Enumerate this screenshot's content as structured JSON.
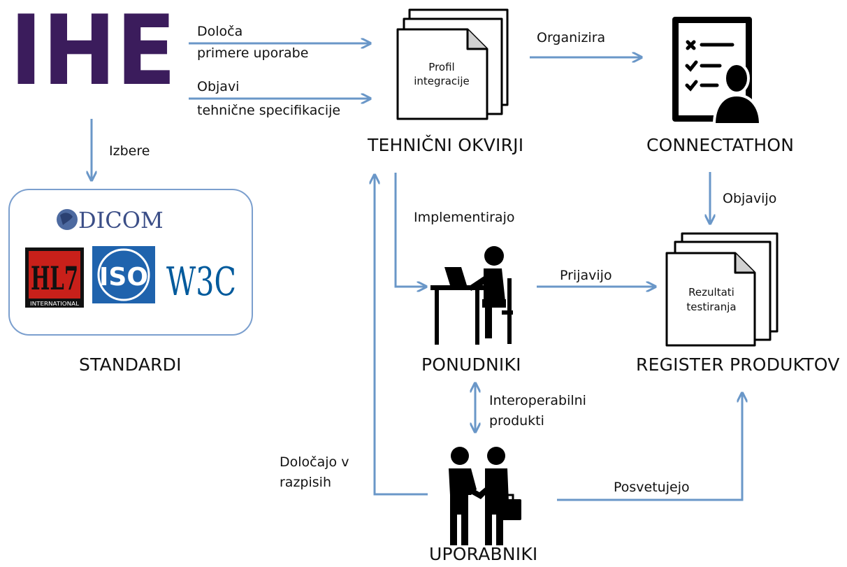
{
  "ihe": {
    "logo_text": "IHE",
    "brand_color": "#3b1c5c"
  },
  "nodes": {
    "standards": "STANDARDI",
    "frameworks": "TEHNIČNI OKVIRJI",
    "connectathon": "CONNECTATHON",
    "vendors": "PONUDNIKI",
    "register": "REGISTER PRODUKTOV",
    "users": "UPORABNIKI"
  },
  "docs": {
    "profile": [
      "Profil",
      "integracije"
    ],
    "results": [
      "Rezultati",
      "testiranja"
    ]
  },
  "edges": {
    "defines": [
      "Določa",
      "primere uporabe"
    ],
    "publishes": [
      "Objavi",
      "tehnične  specifikacije"
    ],
    "selects": "Izbere",
    "organizes": "Organizira",
    "publish_results": "Objavijo",
    "implement": "Implementirajo",
    "register": "Prijavijo",
    "interop": [
      "Interoperabilni",
      "produkti"
    ],
    "tenders": [
      "Določajo v",
      "razpisih"
    ],
    "advise": "Posvetujejo"
  },
  "standards_logos": {
    "dicom": "DICOM",
    "hl7": "HL7",
    "hl7_sub": "INTERNATIONAL",
    "iso": "ISO",
    "w3c": "W3C"
  },
  "icons": [
    "checklist-person-icon",
    "person-at-laptop-icon",
    "handshake-icon",
    "document-stack-icon",
    "globe-icon"
  ],
  "colors": {
    "arrow": "#6a97c8",
    "ihe_purple": "#3b1c5c",
    "iso_blue": "#1f63ad",
    "hl7_red": "#c8201a",
    "w3c_blue": "#005a9c"
  }
}
